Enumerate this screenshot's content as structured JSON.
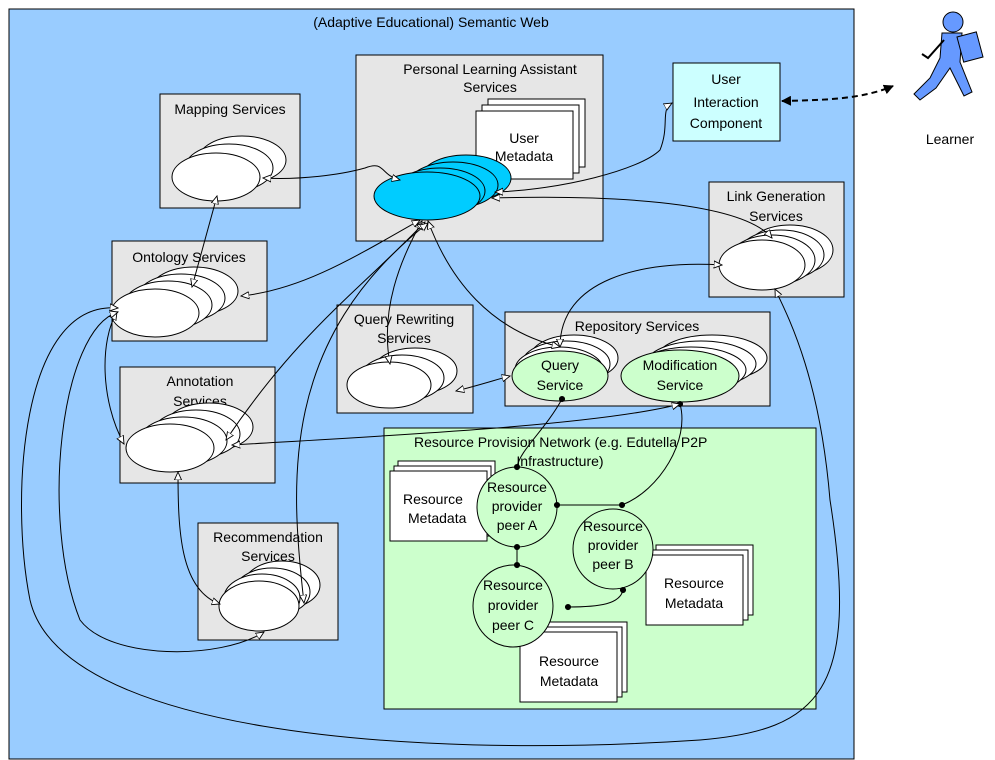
{
  "title": "(Adaptive Educational) Semantic Web",
  "learner": {
    "label": "Learner"
  },
  "boxes": {
    "pla": [
      "Personal Learning Assistant",
      "Services"
    ],
    "uic": [
      "User",
      "Interaction",
      "Component"
    ],
    "mapping": [
      "Mapping Services"
    ],
    "linkgen": [
      "Link Generation",
      "Services"
    ],
    "ontology": [
      "Ontology Services"
    ],
    "queryrw": [
      "Query Rewriting",
      "Services"
    ],
    "repository": [
      "Repository Services"
    ],
    "annotation": [
      "Annotation",
      "Services"
    ],
    "recommendation": [
      "Recommendation",
      "Services"
    ],
    "rpn": [
      "Resource Provision Network (e.g. Edutella P2P",
      "Infrastructure)"
    ]
  },
  "documents": {
    "user_metadata": [
      "User",
      "Metadata"
    ],
    "res_meta_a": [
      "Resource",
      "Metadata"
    ],
    "res_meta_b": [
      "Resource",
      "Metadata"
    ],
    "res_meta_c": [
      "Resource",
      "Metadata"
    ]
  },
  "services": {
    "query_service": [
      "Query",
      "Service"
    ],
    "modification_service": [
      "Modification",
      "Service"
    ]
  },
  "peers": {
    "peer_a": [
      "Resource",
      "provider",
      "peer A"
    ],
    "peer_b": [
      "Resource",
      "provider",
      "peer B"
    ],
    "peer_c": [
      "Resource",
      "provider",
      "peer C"
    ]
  },
  "colors": {
    "background": "#99ccff",
    "service_box": "#e6e6e6",
    "user_interaction": "#ccffff",
    "resource_network": "#ccffcc",
    "pla_ellipse": "#00ccff",
    "learner_icon": "#6699ff"
  }
}
